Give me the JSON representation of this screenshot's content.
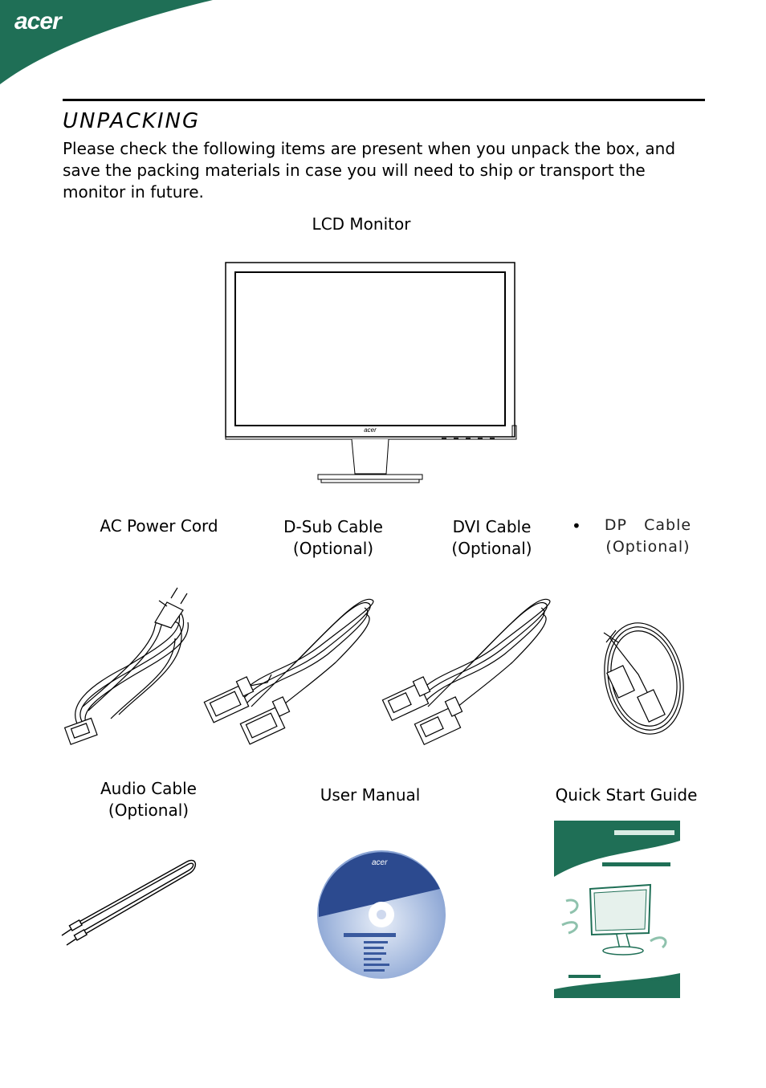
{
  "header": {
    "logo_text": "acer",
    "brand_color": "#1f6f56"
  },
  "section": {
    "title": "UNPACKING",
    "intro": "Please check the following items are present when you unpack the box, and save the packing materials in case you will need to ship or transport the monitor in future."
  },
  "items": {
    "lcd_monitor": "LCD Monitor",
    "ac_power_cord": "AC Power Cord",
    "dsub_cable": [
      "D-Sub Cable",
      "(Optional)"
    ],
    "dvi_cable": [
      "DVI Cable",
      "(Optional)"
    ],
    "dp_cable": [
      "DP   Cable",
      "(Optional)"
    ],
    "audio_cable": [
      "Audio Cable",
      "(Optional)"
    ],
    "user_manual": "User Manual",
    "quick_start_guide": "Quick Start Guide"
  },
  "icons": {
    "bullet": "•"
  }
}
